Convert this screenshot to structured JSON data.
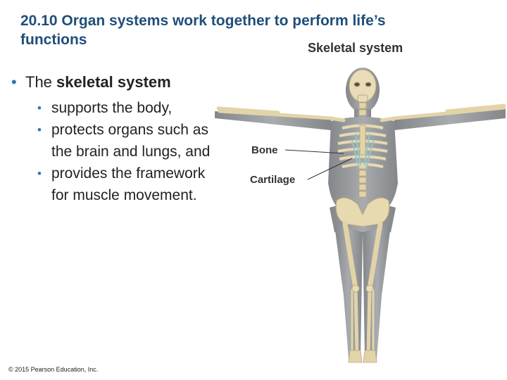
{
  "slide": {
    "title_line1": "20.10 Organ systems work together to perform life’s",
    "title_line2": "functions",
    "figure_title": "Skeletal system",
    "labels": {
      "bone": "Bone",
      "cartilage": "Cartilage"
    },
    "bullet_main": {
      "pre": "The ",
      "bold": "skeletal system"
    },
    "sub_bullets": [
      "supports the body,",
      "protects organs such as the brain and lungs, and",
      "provides the framework for muscle movement."
    ],
    "copyright": "© 2015 Pearson Education, Inc."
  }
}
